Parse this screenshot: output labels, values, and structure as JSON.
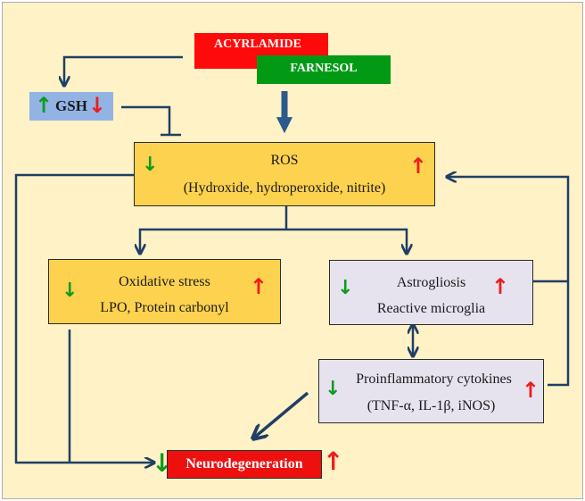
{
  "diagram": {
    "title": "Acrylamide-induced neurodegeneration and protective effect of farnesol",
    "colors": {
      "background": "#fff2c6",
      "arrow": "#1f3f66",
      "increase_arrow": "#ee1c1c",
      "decrease_arrow": "#0e9a1e",
      "acrylamide": "#ff0a0a",
      "farnesol": "#029a15",
      "gsh": "#93b3e4",
      "ros_box": "#fdd24f",
      "inflammation_box": "#e6e3ef",
      "neurodegeneration": "#ee0f0f"
    },
    "nodes": {
      "acrylamide": {
        "label": "ACYRLAMIDE"
      },
      "farnesol": {
        "label": "FARNESOL"
      },
      "gsh": {
        "label": "GSH",
        "left_indicator": "↑",
        "right_indicator": "↓"
      },
      "ros": {
        "title": "ROS",
        "subtitle": "(Hydroxide, hydroperoxide, nitrite)",
        "left_indicator": "↓",
        "right_indicator": "↑"
      },
      "oxidative_stress": {
        "title": "Oxidative stress",
        "subtitle": "LPO, Protein carbonyl",
        "left_indicator": "↓",
        "right_indicator": "↑"
      },
      "astrogliosis": {
        "title": "Astrogliosis",
        "subtitle": "Reactive microglia",
        "left_indicator": "↓",
        "right_indicator": "↑"
      },
      "cytokines": {
        "title": "Proinflammatory cytokines",
        "subtitle": "(TNF-α, IL-1β, iNOS)",
        "left_indicator": "↓",
        "right_indicator": "↑"
      },
      "neurodegeneration": {
        "label": "Neurodegeneration",
        "left_indicator": "↓",
        "right_indicator": "↑"
      }
    },
    "edges": [
      {
        "from": "acrylamide",
        "to": "gsh",
        "type": "arrow"
      },
      {
        "from": "gsh",
        "to": "ros",
        "type": "inhibition"
      },
      {
        "from": "farnesol",
        "to": "ros",
        "type": "thick-arrow"
      },
      {
        "from": "ros",
        "to": "oxidative_stress",
        "type": "arrow"
      },
      {
        "from": "ros",
        "to": "astrogliosis",
        "type": "arrow"
      },
      {
        "from": "astrogliosis",
        "to": "cytokines",
        "type": "bidirectional"
      },
      {
        "from": "astrogliosis",
        "to": "ros",
        "type": "feedback-arrow"
      },
      {
        "from": "cytokines",
        "to": "ros",
        "type": "feedback-arrow"
      },
      {
        "from": "cytokines",
        "to": "neurodegeneration",
        "type": "arrow"
      },
      {
        "from": "ros",
        "to": "neurodegeneration",
        "type": "arrow"
      },
      {
        "from": "oxidative_stress",
        "to": "neurodegeneration",
        "type": "arrow"
      }
    ]
  }
}
